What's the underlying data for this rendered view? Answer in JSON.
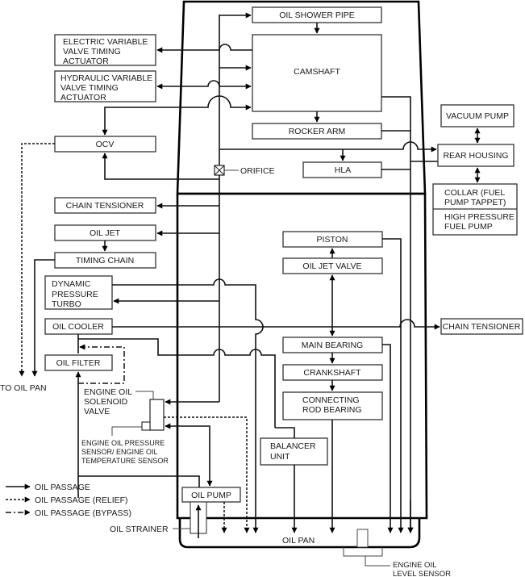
{
  "diagram": {
    "title": "Engine Oil Flow Diagram",
    "components": {
      "oil_shower_pipe": "OIL SHOWER PIPE",
      "camshaft": "CAMSHAFT",
      "rocker_arm": "ROCKER ARM",
      "hla": "HLA",
      "orifice": "ORIFICE",
      "electric_vvt": [
        "ELECTRIC VARIABLE",
        "VALVE TIMING",
        "ACTUATOR"
      ],
      "hydraulic_vvt": [
        "HYDRAULIC VARIABLE",
        "VALVE TIMING",
        "ACTUATOR"
      ],
      "ocv": "OCV",
      "chain_tensioner_left": "CHAIN TENSIONER",
      "oil_jet": "OIL JET",
      "timing_chain": "TIMING CHAIN",
      "dynamic_pressure_turbo": [
        "DYNAMIC",
        "PRESSURE",
        "TURBO"
      ],
      "oil_cooler": "OIL COOLER",
      "oil_filter": "OIL FILTER",
      "to_oil_pan": "TO OIL PAN",
      "engine_oil_solenoid_valve": [
        "ENGINE OIL",
        "SOLENOID",
        "VALVE"
      ],
      "engine_oil_pressure_sensor": [
        "ENGINE OIL PRESSURE",
        "SENSOR/ ENGINE OIL",
        "TEMPERATURE SENSOR"
      ],
      "vacuum_pump": "VACUUM PUMP",
      "rear_housing": "REAR HOUSING",
      "collar": [
        "COLLAR (FUEL",
        "PUMP TAPPET)"
      ],
      "high_pressure_fuel_pump": [
        "HIGH PRESSURE",
        "FUEL PUMP"
      ],
      "piston": "PISTON",
      "oil_jet_valve": "OIL JET VALVE",
      "chain_tensioner_right": "CHAIN TENSIONER",
      "main_bearing": "MAIN BEARING",
      "crankshaft": "CRANKSHAFT",
      "connecting_rod_bearing": [
        "CONNECTING",
        "ROD BEARING"
      ],
      "balancer_unit": [
        "BALANCER",
        "UNIT"
      ],
      "oil_pump": "OIL PUMP",
      "oil_strainer": "OIL STRAINER",
      "oil_pan": "OIL PAN",
      "engine_oil_level_sensor": [
        "ENGINE OIL",
        "LEVEL SENSOR"
      ]
    },
    "legend": [
      {
        "style": "solid",
        "label": "OIL PASSAGE"
      },
      {
        "style": "dashed",
        "label": "OIL PASSAGE (RELIEF)"
      },
      {
        "style": "dash-dot",
        "label": "OIL PASSAGE (BYPASS)"
      }
    ]
  }
}
